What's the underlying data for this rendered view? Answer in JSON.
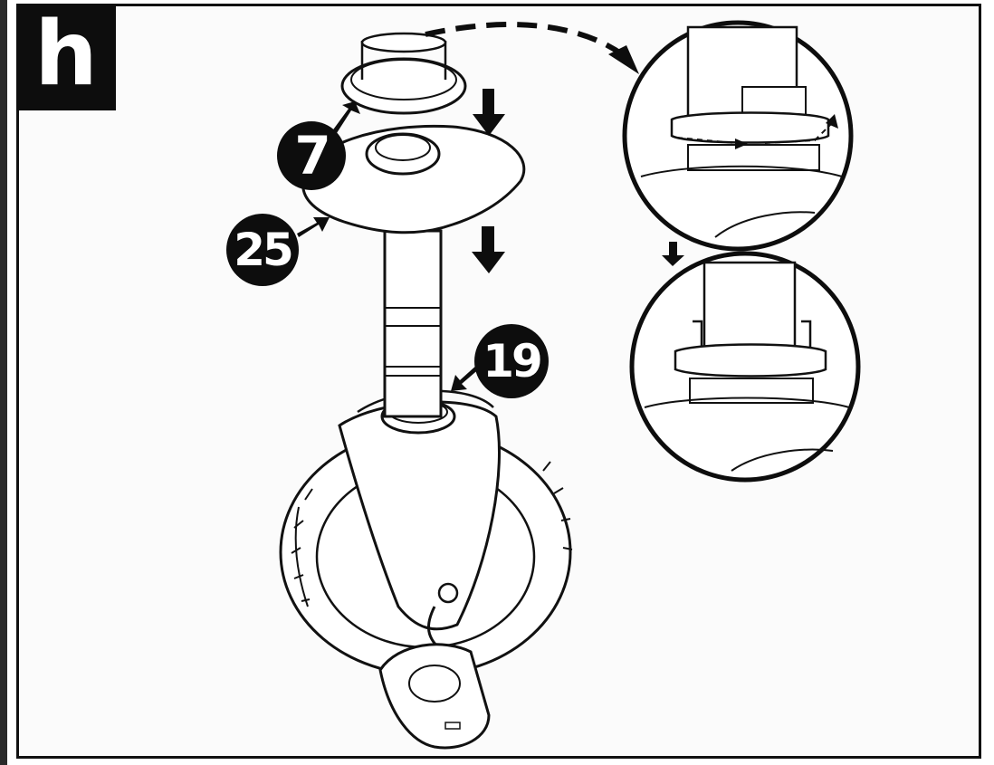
{
  "step": {
    "letter": "h"
  },
  "callouts": [
    {
      "id": "7",
      "label": "7"
    },
    {
      "id": "25",
      "label": "25"
    },
    {
      "id": "19",
      "label": "19"
    }
  ],
  "colors": {
    "ink": "#0d0d0d",
    "paper": "#fbfbfb",
    "fill": "#ffffff"
  },
  "icons": [
    "down-arrow-icon",
    "dashed-curved-arrow-icon",
    "pointer-arrow-icon",
    "rotate-arrow-icon"
  ]
}
